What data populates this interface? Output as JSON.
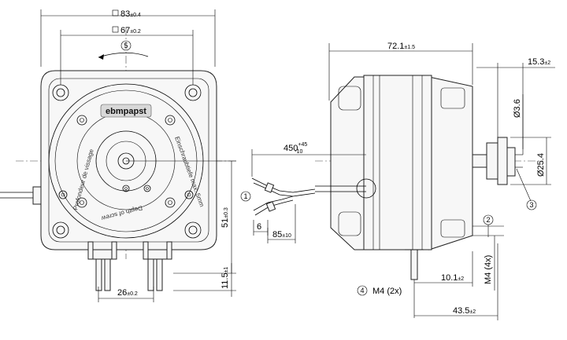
{
  "labels": {
    "dim_83": "83",
    "dim_83_tol": "±0.4",
    "dim_67": "67",
    "dim_67_tol": "±0.2",
    "rotation_ref": "5",
    "logo": "ebmpapst",
    "engrave_left": "Profondeur de vissage",
    "engrave_right": "Einschraubtiefe max. 5mm",
    "engrave_bottom": "Depth of screw",
    "dim_51": "51",
    "dim_51_tol": "±0.3",
    "dim_11_5": "11.5",
    "dim_11_5_tol": "±1",
    "dim_26": "26",
    "dim_26_tol": "±0.2",
    "lead_ref": "1",
    "dim_450": "450",
    "dim_450_tol_plus": "+45",
    "dim_450_tol_minus": "-10",
    "dim_6": "6",
    "dim_85": "85",
    "dim_85_tol": "±10",
    "dim_72_1": "72.1",
    "dim_72_1_tol": "±1.5",
    "dim_15_3": "15.3",
    "dim_15_3_tol": "±2",
    "dim_d3_6": "Ø3.6",
    "dim_d25_4": "Ø25.4",
    "shaft_ref": "3",
    "ref_2": "2",
    "m4_4x": "M4 (4x)",
    "mount_ref": "4",
    "m4_2x": "M4 (2x)",
    "dim_10_1": "10.1",
    "dim_10_1_tol": "±2",
    "dim_43_5": "43.5",
    "dim_43_5_tol": "±2"
  }
}
